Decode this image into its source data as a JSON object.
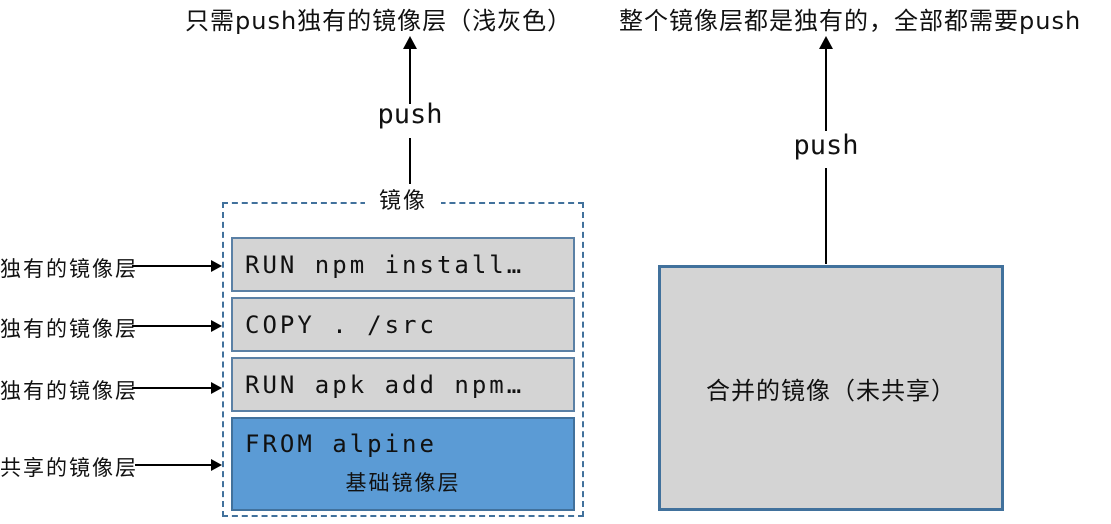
{
  "captions": {
    "left": "只需push独有的镜像层（浅灰色）",
    "right": "整个镜像层都是独有的，全部都需要push"
  },
  "left_diagram": {
    "box_title": "镜像",
    "push_label": "push",
    "layers": [
      {
        "text": "RUN npm install…",
        "type": "unique"
      },
      {
        "text": "COPY . /src",
        "type": "unique"
      },
      {
        "text": "RUN apk add npm…",
        "type": "unique"
      },
      {
        "text": "FROM alpine",
        "sublabel": "基础镜像层",
        "type": "shared"
      }
    ],
    "row_labels": [
      "独有的镜像层",
      "独有的镜像层",
      "独有的镜像层",
      "共享的镜像层"
    ]
  },
  "right_diagram": {
    "push_label": "push",
    "box_label": "合并的镜像（未共享）"
  },
  "colors": {
    "steel_border": "#41719c",
    "layer_border": "#5a80a5",
    "layer_gray": "#d4d4d4",
    "layer_blue": "#5b9bd5",
    "arrow": "#000000",
    "text": "#111111"
  }
}
